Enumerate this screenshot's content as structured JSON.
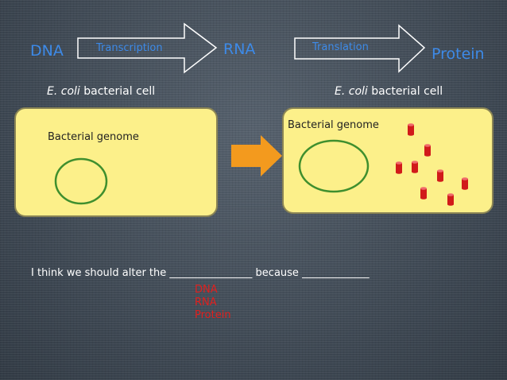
{
  "flow": {
    "dna": "DNA",
    "transcription": "Transcription",
    "rna": "RNA",
    "translation": "Translation",
    "protein": "Protein"
  },
  "left_cell": {
    "caption_italic": "E. coli",
    "caption_rest": " bacterial cell",
    "genome_label": "Bacterial genome"
  },
  "right_cell": {
    "caption_italic": "E. coli",
    "caption_rest": " bacterial cell",
    "genome_label": "Bacterial genome",
    "protein_count": 8
  },
  "question": {
    "part1": "I think we should alter the",
    "blank1": "________________",
    "part2": "because",
    "blank2": "_____________"
  },
  "options": [
    "DNA",
    "RNA",
    "Protein"
  ],
  "colors": {
    "flow_text": "#3d8ae8",
    "cell_fill": "#fcf08a",
    "genome_ring": "#3f8f2e",
    "protein_red": "#d11a1a",
    "process_arrow": "#f39a1e",
    "option_text": "#e0201e"
  }
}
